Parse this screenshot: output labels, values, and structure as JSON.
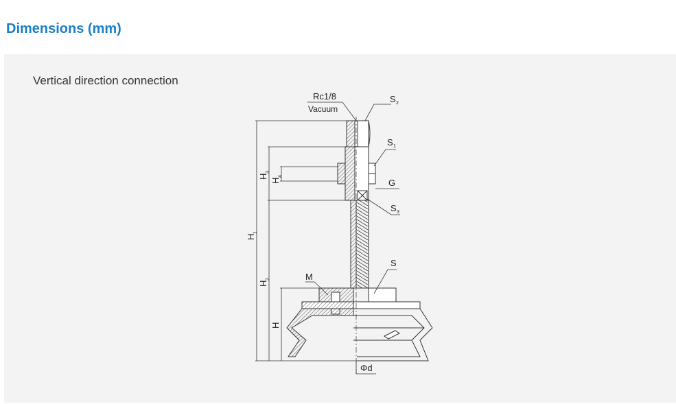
{
  "header": {
    "title": "Dimensions (mm)"
  },
  "panel": {
    "subtitle": "Vertical direction connection"
  },
  "drawing": {
    "labels": {
      "rc": "Rc1/8",
      "vacuum": "Vacuum",
      "s2": "S",
      "s2_sub": "2",
      "s1": "S",
      "s1_sub": "1",
      "g": "G",
      "s3": "S",
      "s3_sub": "3",
      "s": "S",
      "m": "M",
      "h1": "H",
      "h1_sub": "1",
      "h2": "H",
      "h2_sub": "2",
      "h3": "H",
      "h3_sub": "3",
      "h4": "H",
      "h4_sub": "4",
      "h": "H",
      "phid": "Φd"
    },
    "colors": {
      "line": "#333333",
      "hatch": "#555555",
      "fill": "#ffffff"
    }
  }
}
